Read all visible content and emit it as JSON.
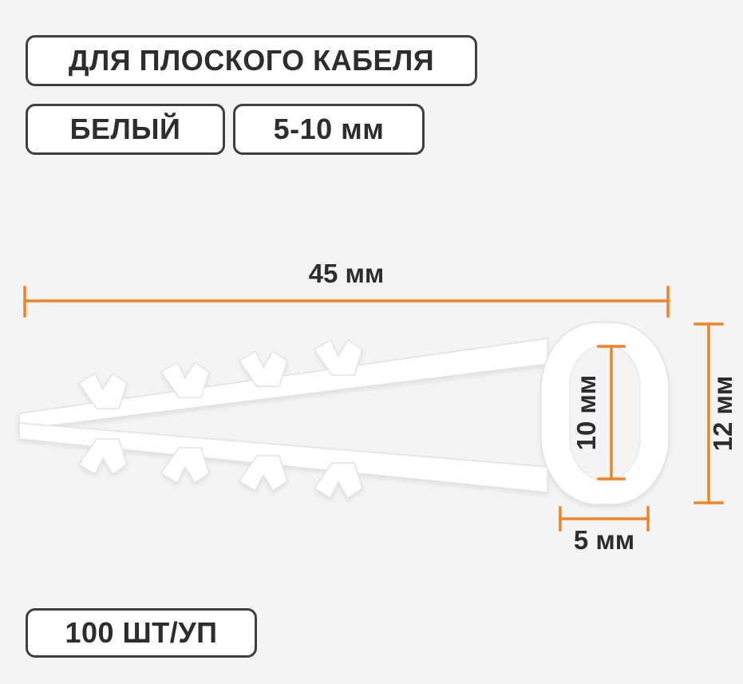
{
  "product_card": {
    "badges": {
      "cable_type": "ДЛЯ ПЛОСКОГО КАБЕЛЯ",
      "color": "БЕЛЫЙ",
      "cable_size": "5-10 мм",
      "package": "100 ШТ/УП"
    },
    "dimensions": {
      "total_length": "45 мм",
      "hole_height": "10 мм",
      "head_height": "12 мм",
      "hole_width": "5 мм"
    },
    "illustration": "dowel-clamp-for-flat-cable",
    "colors": {
      "background": "#f4f4f4",
      "dimension_lines": "#ef8326",
      "text": "#2d2d2d",
      "badge_background": "#ffffff",
      "badge_border": "#3f3f3f",
      "clip_fill": "#ffffff"
    }
  }
}
